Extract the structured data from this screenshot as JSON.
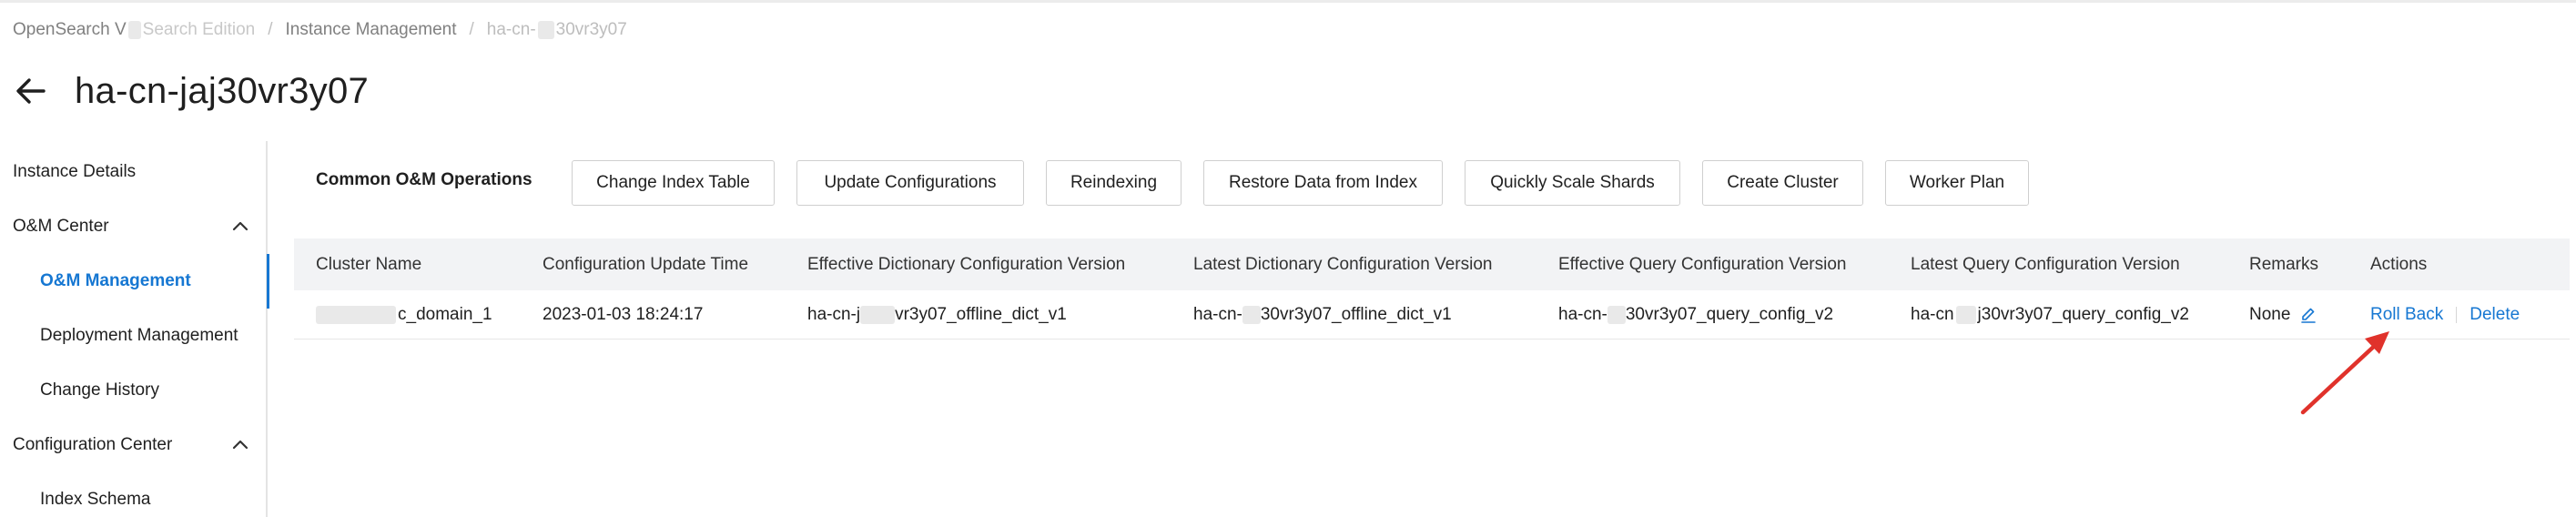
{
  "breadcrumb": {
    "items": [
      "OpenSearch V",
      "Search Edition",
      "Instance Management",
      "ha-cn-",
      "30vr3y07"
    ]
  },
  "header": {
    "title": "ha-cn-jaj30vr3y07"
  },
  "sidebar": {
    "items": [
      {
        "label": "Instance Details"
      },
      {
        "label": "O&M Center"
      },
      {
        "label": "O&M Management"
      },
      {
        "label": "Deployment Management"
      },
      {
        "label": "Change History"
      },
      {
        "label": "Configuration Center"
      },
      {
        "label": "Index Schema"
      }
    ]
  },
  "ops": {
    "label": "Common O&M Operations",
    "buttons": [
      "Change Index Table",
      "Update Configurations",
      "Reindexing",
      "Restore Data from Index",
      "Quickly Scale Shards",
      "Create Cluster",
      "Worker Plan"
    ]
  },
  "table": {
    "columns": [
      "Cluster Name",
      "Configuration Update Time",
      "Effective Dictionary Configuration Version",
      "Latest Dictionary Configuration Version",
      "Effective Query Configuration Version",
      "Latest Query Configuration Version",
      "Remarks",
      "Actions"
    ],
    "row": {
      "cluster_name_suffix": "c_domain_1",
      "update_time": "2023-01-03 18:24:17",
      "eff_dict_prefix": "ha-cn-j",
      "eff_dict_suffix": "vr3y07_offline_dict_v1",
      "latest_dict_prefix": "ha-cn-",
      "latest_dict_suffix": "30vr3y07_offline_dict_v1",
      "eff_query_prefix": "ha-cn-",
      "eff_query_suffix": "30vr3y07_query_config_v2",
      "latest_query_prefix": "ha-cn",
      "latest_query_suffix": "j30vr3y07_query_config_v2",
      "remarks": "None",
      "actions": [
        "Roll Back",
        "Delete"
      ]
    }
  },
  "colors": {
    "accent": "#1677d2",
    "annotation_arrow": "#e0322b"
  },
  "icons": [
    "back-arrow-icon",
    "chevron-up-icon",
    "edit-icon"
  ]
}
